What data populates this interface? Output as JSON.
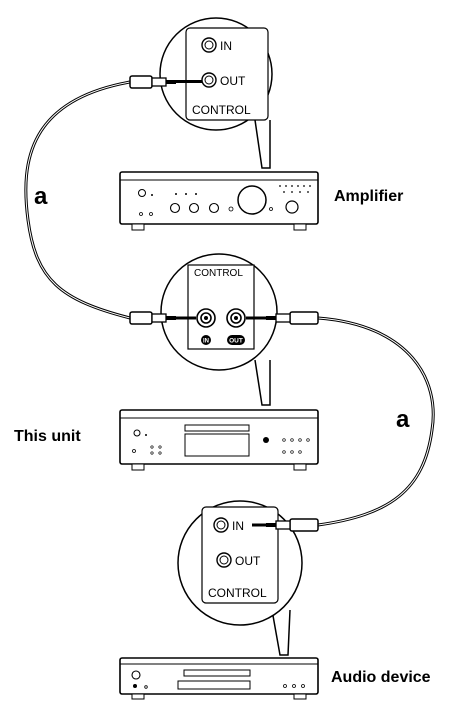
{
  "devices": {
    "amplifier": {
      "label": "Amplifier"
    },
    "this_unit": {
      "label": "This unit"
    },
    "audio_device": {
      "label": "Audio device"
    }
  },
  "cables": {
    "upper": {
      "label": "a"
    },
    "lower": {
      "label": "a"
    }
  },
  "callouts": {
    "amplifier": {
      "in_label": "IN",
      "out_label": "OUT",
      "title": "CONTROL"
    },
    "this_unit": {
      "title": "CONTROL",
      "in_label": "IN",
      "out_label": "OUT"
    },
    "audio_device": {
      "in_label": "IN",
      "out_label": "OUT",
      "title": "CONTROL"
    }
  }
}
